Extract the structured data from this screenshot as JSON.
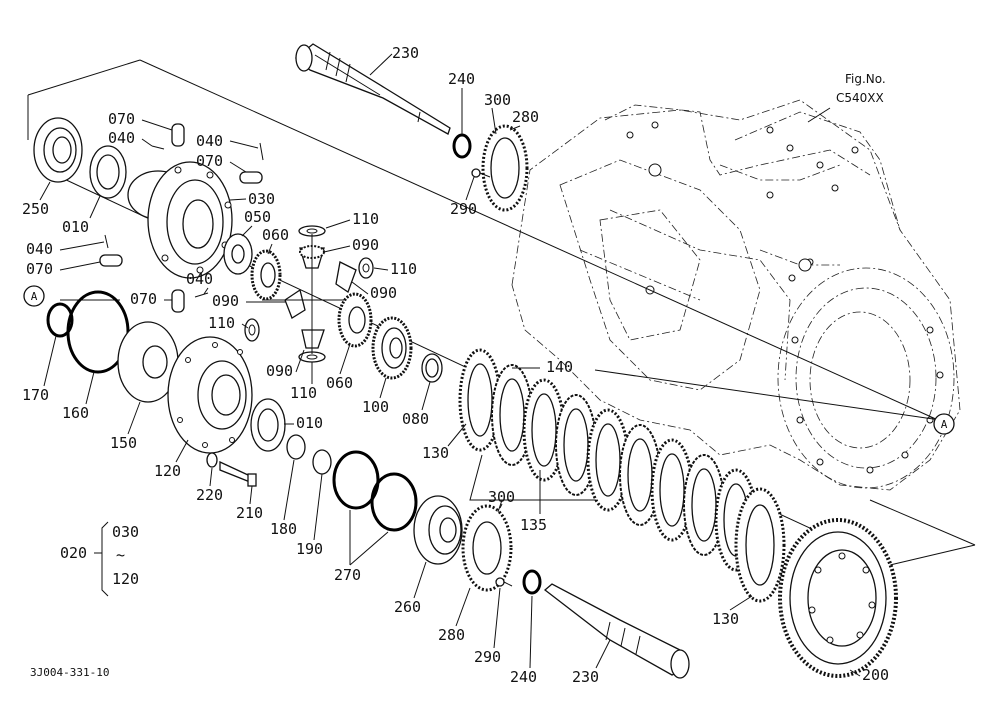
{
  "figure": {
    "fig_no_label": "Fig.No.",
    "fig_no_value": "C540XX",
    "drawing_code": "3J004-331-10",
    "callout_marker": "A"
  },
  "group_legend": {
    "group_number": "020",
    "range_start": "030",
    "range_sep": "~",
    "range_end": "120"
  },
  "parts": [
    {
      "id": "p230a",
      "number": "230"
    },
    {
      "id": "p240a",
      "number": "240"
    },
    {
      "id": "p300a",
      "number": "300"
    },
    {
      "id": "p280a",
      "number": "280"
    },
    {
      "id": "p290a",
      "number": "290"
    },
    {
      "id": "p070a",
      "number": "070"
    },
    {
      "id": "p040a",
      "number": "040"
    },
    {
      "id": "p040b",
      "number": "040"
    },
    {
      "id": "p070b",
      "number": "070"
    },
    {
      "id": "p030",
      "number": "030"
    },
    {
      "id": "p250",
      "number": "250"
    },
    {
      "id": "p010a",
      "number": "010"
    },
    {
      "id": "p050",
      "number": "050"
    },
    {
      "id": "p060a",
      "number": "060"
    },
    {
      "id": "p110a",
      "number": "110"
    },
    {
      "id": "p090a",
      "number": "090"
    },
    {
      "id": "p110b",
      "number": "110"
    },
    {
      "id": "p090b",
      "number": "090"
    },
    {
      "id": "p040c",
      "number": "040"
    },
    {
      "id": "p070c",
      "number": "070"
    },
    {
      "id": "p040d",
      "number": "040"
    },
    {
      "id": "p070d",
      "number": "070"
    },
    {
      "id": "p090c",
      "number": "090"
    },
    {
      "id": "p110c",
      "number": "110"
    },
    {
      "id": "p170",
      "number": "170"
    },
    {
      "id": "p160",
      "number": "160"
    },
    {
      "id": "p150",
      "number": "150"
    },
    {
      "id": "p090d",
      "number": "090"
    },
    {
      "id": "p110d",
      "number": "110"
    },
    {
      "id": "p060b",
      "number": "060"
    },
    {
      "id": "p100",
      "number": "100"
    },
    {
      "id": "p080",
      "number": "080"
    },
    {
      "id": "p140",
      "number": "140"
    },
    {
      "id": "p130a",
      "number": "130"
    },
    {
      "id": "p010b",
      "number": "010"
    },
    {
      "id": "p120",
      "number": "120"
    },
    {
      "id": "p220",
      "number": "220"
    },
    {
      "id": "p210",
      "number": "210"
    },
    {
      "id": "p180",
      "number": "180"
    },
    {
      "id": "p190",
      "number": "190"
    },
    {
      "id": "p270",
      "number": "270"
    },
    {
      "id": "p135",
      "number": "135"
    },
    {
      "id": "p300b",
      "number": "300"
    },
    {
      "id": "p260",
      "number": "260"
    },
    {
      "id": "p280b",
      "number": "280"
    },
    {
      "id": "p290b",
      "number": "290"
    },
    {
      "id": "p240b",
      "number": "240"
    },
    {
      "id": "p230b",
      "number": "230"
    },
    {
      "id": "p130b",
      "number": "130"
    },
    {
      "id": "p200",
      "number": "200"
    }
  ]
}
